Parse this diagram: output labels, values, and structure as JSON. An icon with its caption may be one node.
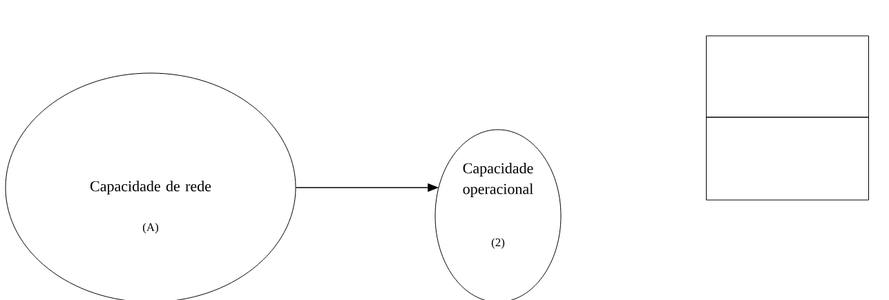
{
  "diagram": {
    "nodes": [
      {
        "text": [
          "Capacidade de rede",
          "(A)"
        ]
      },
      {
        "text": [
          "Capacidade operacional",
          "(2)"
        ]
      },
      {
        "text": [],
        "shape": "box"
      },
      {
        "text": [],
        "shape": "box"
      }
    ],
    "edges": [
      {
        "from": 0,
        "to": 1,
        "arrow": "to"
      }
    ]
  }
}
